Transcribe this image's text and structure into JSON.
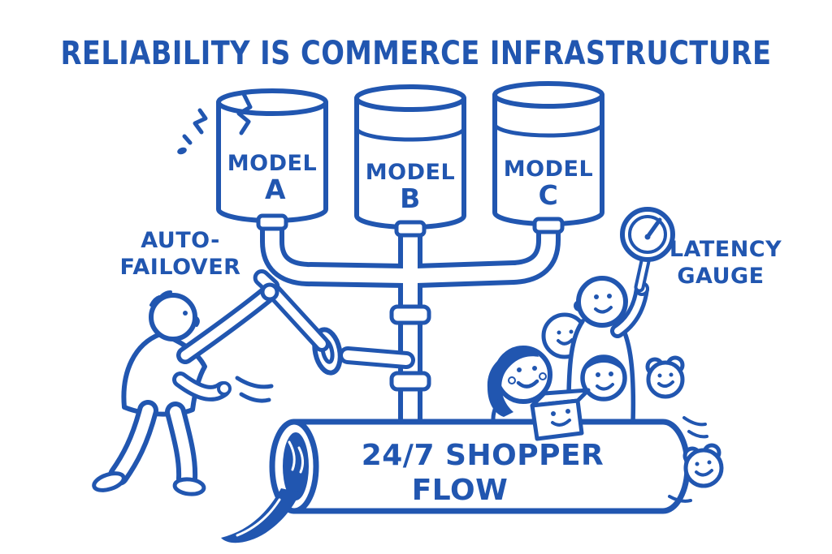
{
  "title": "RELIABILITY IS COMMERCE INFRASTRUCTURE",
  "tanks": [
    {
      "label": "MODEL",
      "letter": "A",
      "status": "cracked"
    },
    {
      "label": "MODEL",
      "letter": "B",
      "status": "filled"
    },
    {
      "label": "MODEL",
      "letter": "C",
      "status": "filled"
    }
  ],
  "annotations": {
    "auto_failover": {
      "line1": "AUTO-",
      "line2": "FAILOVER"
    },
    "latency_gauge": {
      "line1": "LATENCY",
      "line2": "GAUGE"
    },
    "shopper_flow": {
      "line1": "24/7 SHOPPER",
      "line2": "FLOW"
    }
  },
  "colors": {
    "ink": "#2156b0",
    "background": "#ffffff"
  }
}
